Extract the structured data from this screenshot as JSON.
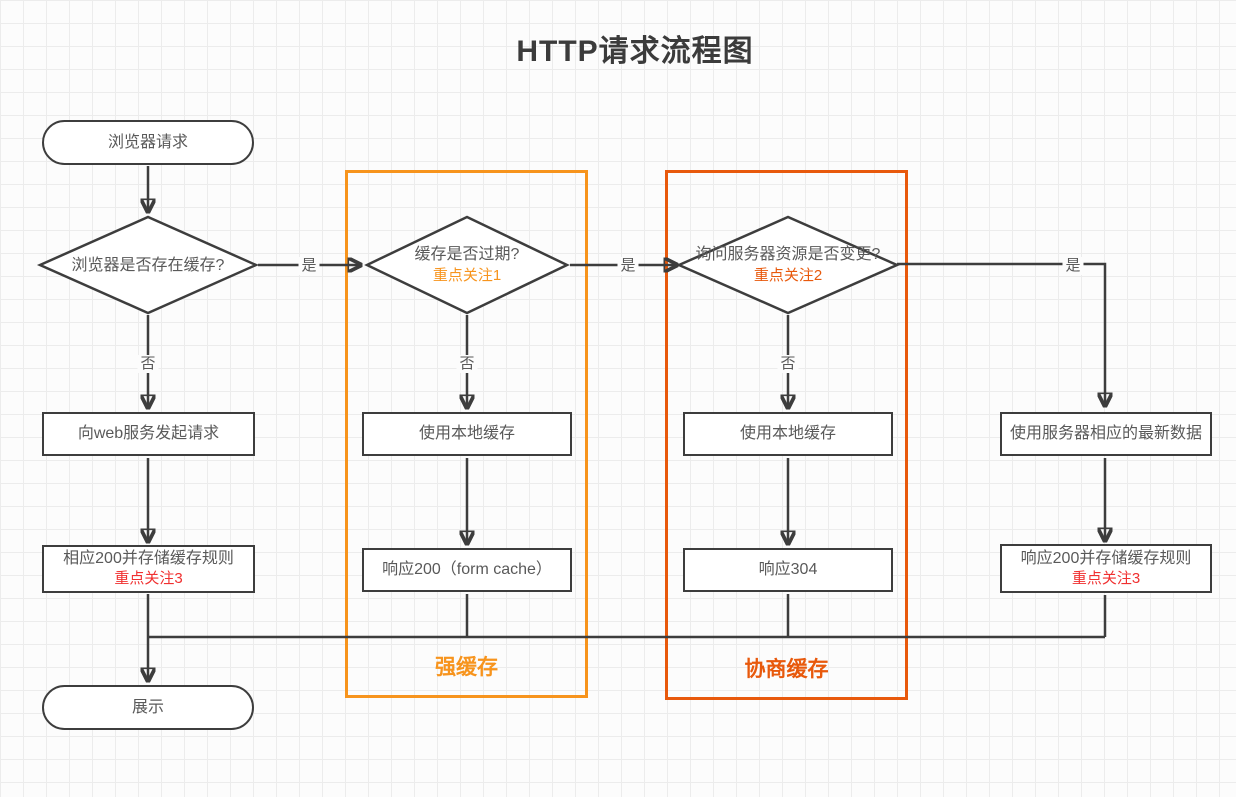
{
  "title": "HTTP请求流程图",
  "colors": {
    "line": "#3d3d3d",
    "text": "#595959",
    "strong_cache_orange": "#f7941d",
    "negotiate_cache_orange": "#e8590c",
    "note_red": "#f03030"
  },
  "nodes": {
    "start": {
      "label": "浏览器请求"
    },
    "decision_browser_cache": {
      "label": "浏览器是否存在缓存?"
    },
    "decision_cache_expired": {
      "label": "缓存是否过期?",
      "note": "重点关注1"
    },
    "decision_server_changed": {
      "label": "询问服务器资源是否变更?",
      "note": "重点关注2"
    },
    "request_web": {
      "label": "向web服务发起请求"
    },
    "use_local_cache_1": {
      "label": "使用本地缓存"
    },
    "use_local_cache_2": {
      "label": "使用本地缓存"
    },
    "use_server_data": {
      "label": "使用服务器相应的最新数据"
    },
    "resp_200_store_left": {
      "label": "相应200并存储缓存规则",
      "note": "重点关注3"
    },
    "resp_200_from_cache": {
      "label": "响应200（form cache）"
    },
    "resp_304": {
      "label": "响应304"
    },
    "resp_200_store_right": {
      "label": "响应200并存储缓存规则",
      "note": "重点关注3"
    },
    "end": {
      "label": "展示"
    }
  },
  "edges": {
    "yes1": "是",
    "yes2": "是",
    "yes3": "是",
    "no1": "否",
    "no2": "否",
    "no3": "否"
  },
  "groups": {
    "strong_cache": {
      "label": "强缓存"
    },
    "negotiate_cache": {
      "label": "协商缓存"
    }
  }
}
